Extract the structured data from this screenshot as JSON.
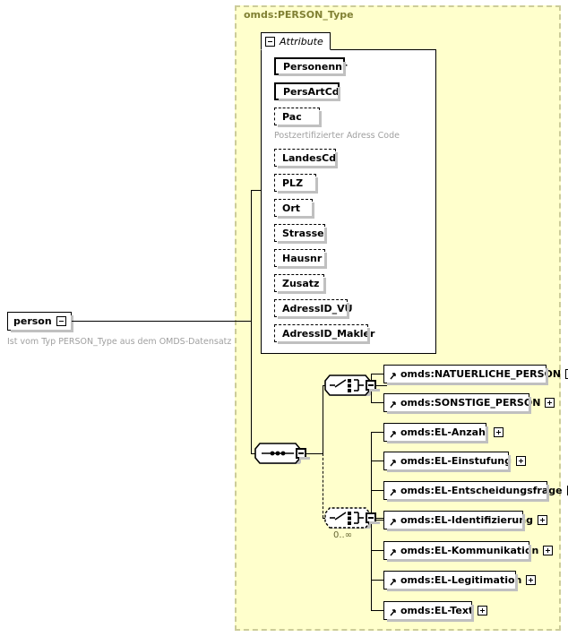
{
  "diagram": {
    "type_container_label": "omds:PERSON_Type",
    "root_element": {
      "label": "person",
      "annotation": "Ist vom Typ PERSON_Type aus dem OMDS-Datensatz",
      "expander": "minus-icon"
    },
    "attribute_panel": {
      "tab_label": "Attribute",
      "expander": "minus-icon",
      "attributes": [
        {
          "label": "Personennr",
          "required": true,
          "annotation": ""
        },
        {
          "label": "PersArtCd",
          "required": true,
          "annotation": ""
        },
        {
          "label": "Pac",
          "required": false,
          "annotation": "Postzertifizierter Adress Code"
        },
        {
          "label": "LandesCd",
          "required": false,
          "annotation": ""
        },
        {
          "label": "PLZ",
          "required": false,
          "annotation": ""
        },
        {
          "label": "Ort",
          "required": false,
          "annotation": ""
        },
        {
          "label": "Strasse",
          "required": false,
          "annotation": ""
        },
        {
          "label": "Hausnr",
          "required": false,
          "annotation": ""
        },
        {
          "label": "Zusatz",
          "required": false,
          "annotation": ""
        },
        {
          "label": "AdressID_VU",
          "required": false,
          "annotation": ""
        },
        {
          "label": "AdressID_Makler",
          "required": false,
          "annotation": ""
        }
      ]
    },
    "compositors": {
      "sequence": {
        "kind": "sequence",
        "icon": "sequence-icon",
        "expander": "minus-icon",
        "cardinality": ""
      },
      "choice_person": {
        "kind": "choice",
        "icon": "choice-icon",
        "expander": "minus-icon",
        "cardinality": "",
        "optional": false
      },
      "choice_el": {
        "kind": "choice",
        "icon": "choice-icon",
        "expander": "minus-icon",
        "cardinality": "0..∞",
        "optional": true
      }
    },
    "person_group": [
      {
        "label": "omds:NATUERLICHE_PERSON",
        "expander": "plus-icon"
      },
      {
        "label": "omds:SONSTIGE_PERSON",
        "expander": "plus-icon"
      }
    ],
    "el_group": [
      {
        "label": "omds:EL-Anzahl",
        "expander": "plus-icon"
      },
      {
        "label": "omds:EL-Einstufung",
        "expander": "plus-icon"
      },
      {
        "label": "omds:EL-Entscheidungsfrage",
        "expander": "plus-icon"
      },
      {
        "label": "omds:EL-Identifizierung",
        "expander": "plus-icon"
      },
      {
        "label": "omds:EL-Kommunikation",
        "expander": "plus-icon"
      },
      {
        "label": "omds:EL-Legitimation",
        "expander": "plus-icon"
      },
      {
        "label": "omds:EL-Text",
        "expander": "plus-icon"
      }
    ],
    "colors": {
      "container_fill": "#ffffcc",
      "container_border": "#cccc99",
      "title_text": "#808033",
      "annotation_text": "#a0a0a0",
      "shadow": "#c0c0c0",
      "line": "#000000"
    }
  }
}
